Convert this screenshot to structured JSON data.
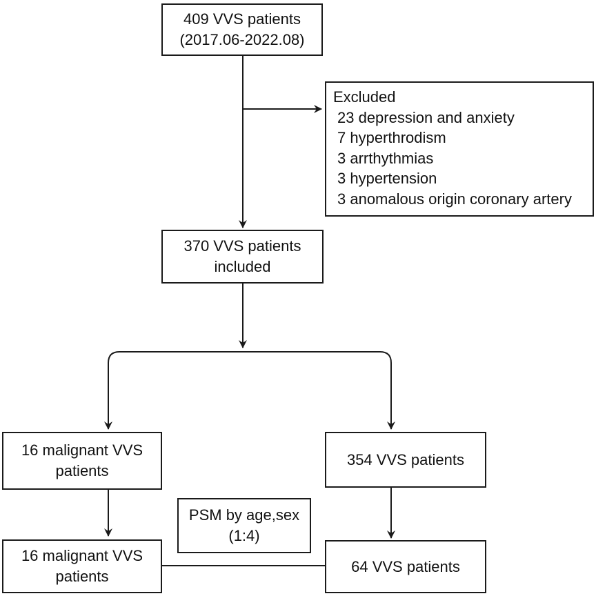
{
  "boxes": {
    "start": {
      "lines": [
        "409 VVS patients",
        "(2017.06-2022.08)"
      ]
    },
    "excluded": {
      "title": "Excluded",
      "items": [
        "23 depression and anxiety",
        "7 hyperthrodism",
        "3 arrthythmias",
        "3 hypertension",
        "3 anomalous origin coronary artery"
      ]
    },
    "included": {
      "lines": [
        "370 VVS patients",
        "included"
      ]
    },
    "malignant": {
      "lines": [
        "16 malignant  VVS",
        "patients"
      ]
    },
    "other": {
      "lines": [
        "354 VVS patients"
      ]
    },
    "psm": {
      "lines": [
        "PSM by age,sex",
        "(1:4)"
      ]
    },
    "malignant_matched": {
      "lines": [
        "16 malignant VVS",
        "patients"
      ]
    },
    "other_matched": {
      "lines": [
        "64 VVS patients"
      ]
    }
  }
}
